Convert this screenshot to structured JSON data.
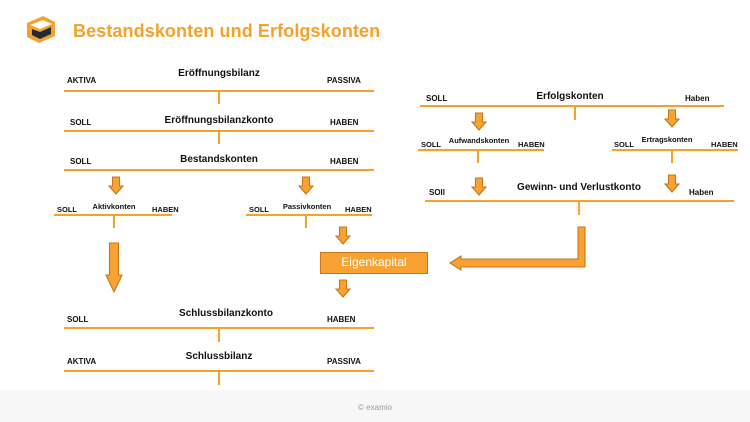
{
  "header": {
    "title": "Bestandskonten und Erfolgskonten",
    "logo_icon": "graduation-cap-icon"
  },
  "diagram": {
    "eroeffnungsbilanz": {
      "title": "Eröffnungsbilanz",
      "left": "AKTIVA",
      "right": "PASSIVA"
    },
    "eroeffnungsbilanzkonto": {
      "title": "Eröffnungsbilanzkonto",
      "left": "SOLL",
      "right": "HABEN"
    },
    "bestandskonten": {
      "title": "Bestandskonten",
      "left": "SOLL",
      "right": "HABEN"
    },
    "aktivkonten": {
      "title": "Aktivkonten",
      "left": "SOLL",
      "right": "HABEN"
    },
    "passivkonten": {
      "title": "Passivkonten",
      "left": "SOLL",
      "right": "HABEN"
    },
    "eigenkapital": {
      "title": "Eigenkapital"
    },
    "schlussbilanzkonto": {
      "title": "Schlussbilanzkonto",
      "left": "SOLL",
      "right": "HABEN"
    },
    "schlussbilanz": {
      "title": "Schlussbilanz",
      "left": "AKTIVA",
      "right": "PASSIVA"
    },
    "erfolgskonten": {
      "title": "Erfolgskonten",
      "left": "SOLL",
      "right": "Haben"
    },
    "aufwandskonten": {
      "title": "Aufwandskonten",
      "left": "SOLL",
      "right": "HABEN"
    },
    "ertragskonten": {
      "title": "Ertragskonten",
      "left": "SOLL",
      "right": "HABEN"
    },
    "guv": {
      "title": "Gewinn- und Verlustkonto",
      "left": "SOll",
      "right": "Haben"
    }
  },
  "colors": {
    "accent": "#f5a12a",
    "arrow_fill": "#f7a233",
    "arrow_stroke": "#c9771a",
    "line": "#f5a12a"
  },
  "footer": {
    "copyright": "© examio"
  }
}
